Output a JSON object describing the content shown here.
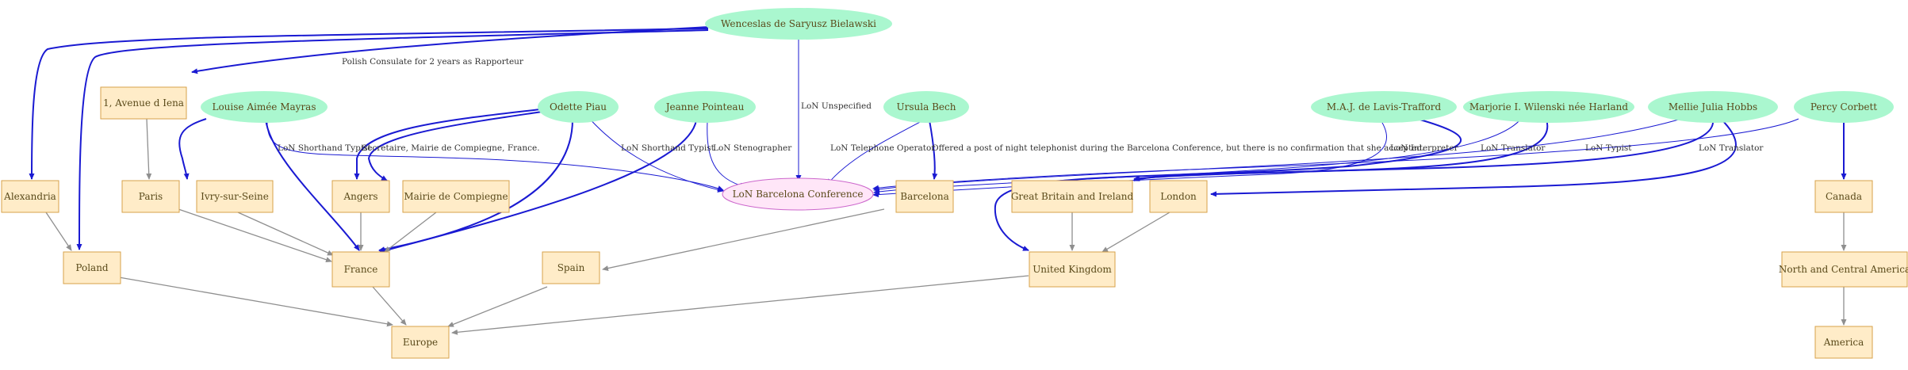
{
  "colors": {
    "person_fill": "#aaf7cf",
    "place_fill": "#ffecc8",
    "place_stroke": "#d7a24a",
    "conf_fill": "#ffe6f8",
    "conf_stroke": "#cc66cc",
    "text": "#5a4a1a",
    "edge_blue": "#1a1ad2",
    "edge_gray": "#8f8f8f"
  },
  "nodes": {
    "wenceslas": "Wenceslas de Saryusz Bielawski",
    "louise": "Louise Aimée Mayras",
    "odette": "Odette Piau",
    "jeanne": "Jeanne  Pointeau",
    "ursula": "Ursula Bech",
    "mla": "M.A.J. de Lavis-Trafford",
    "marjorie": "Marjorie I. Wilenski née Harland",
    "mellie": "Mellie Julia Hobbs",
    "percy": "Percy Corbett",
    "conference": "LoN Barcelona Conference",
    "avenue": "1, Avenue d Iena",
    "alexandria": "Alexandria",
    "paris": "Paris",
    "ivry": "Ivry-sur-Seine",
    "angers": "Angers",
    "mairie": "Mairie de Compiegne",
    "barcelona": "Barcelona",
    "gbi": "Great Britain and Ireland",
    "london": "London",
    "canada": "Canada",
    "poland": "Poland",
    "france": "France",
    "spain": "Spain",
    "uk": "United Kingdom",
    "nca": "North and Central America",
    "europe": "Europe",
    "america": "America"
  },
  "edge_labels": {
    "polish_consulate": "Polish Consulate for 2 years as Rapporteur",
    "lon_unspecified": "LoN Unspecified",
    "louise_shorthand": "LoN Shorthand Typist",
    "louise_secretaire": "Secretaire, Mairie de Compiegne, France.",
    "odette_shorthand": "LoN Shorthand Typist",
    "jeanne_stenographer": "LoN Stenographer",
    "ursula_telephone": "LoN Telephone Operator",
    "ursula_offered": "Offered a post of night telephonist during the Barcelona Conference, but there is no confirmation that she accepted.",
    "mla_interpreter": "LoN Interpreter",
    "marjorie_translator": "LoN Translator",
    "mellie_typist": "LoN Typist",
    "percy_translator": "LoN Translator"
  }
}
